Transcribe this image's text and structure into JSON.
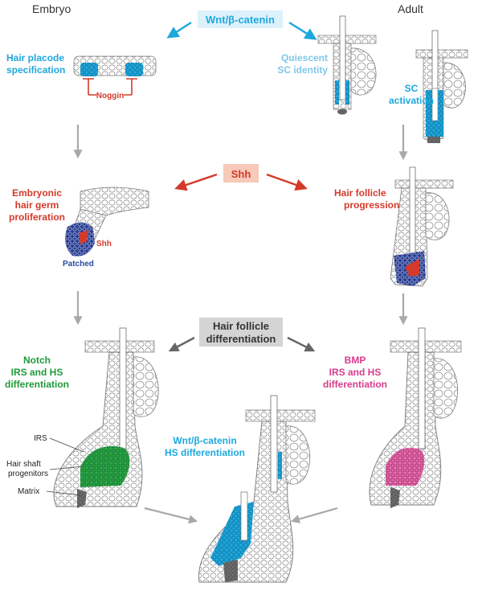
{
  "headers": {
    "embryo": "Embryo",
    "adult": "Adult"
  },
  "signals": {
    "wnt": "Wnt/β-catenin",
    "shh": "Shh",
    "differentiation_line1": "Hair follicle",
    "differentiation_line2": "differentiation"
  },
  "labels": {
    "placode_1": "Hair placode",
    "placode_2": "specification",
    "noggin": "Noggin",
    "quiescent_1": "Quiescent",
    "quiescent_2": "SC identity",
    "activation_1": "SC",
    "activation_2": "activation",
    "germ_1": "Embryonic",
    "germ_2": "hair germ",
    "germ_3": "proliferation",
    "germ_shh": "Shh",
    "patched": "Patched",
    "progression_1": "Hair follicle",
    "progression_2": "progression",
    "notch_1": "Notch",
    "notch_2": "IRS and HS",
    "notch_3": "differentiation",
    "bmp_1": "BMP",
    "bmp_2": "IRS and HS",
    "bmp_3": "differentiation",
    "wnt_hs_1": "Wnt/β-catenin",
    "wnt_hs_2": "HS differentiation",
    "irs": "IRS",
    "hs_prog_1": "Hair shaft",
    "hs_prog_2": "progenitors",
    "matrix": "Matrix"
  },
  "colors": {
    "wnt": "#1ea8dd",
    "shh": "#d43a2a",
    "shh_box": "#f6c9b8",
    "notch": "#1e9a3a",
    "bmp": "#d63c8c",
    "patched": "#2a4aa0",
    "noggin": "#d43a2a",
    "diff_box": "#d4d4d4",
    "arrow_gray": "#a8a8a8",
    "arrow_dark": "#666666"
  }
}
